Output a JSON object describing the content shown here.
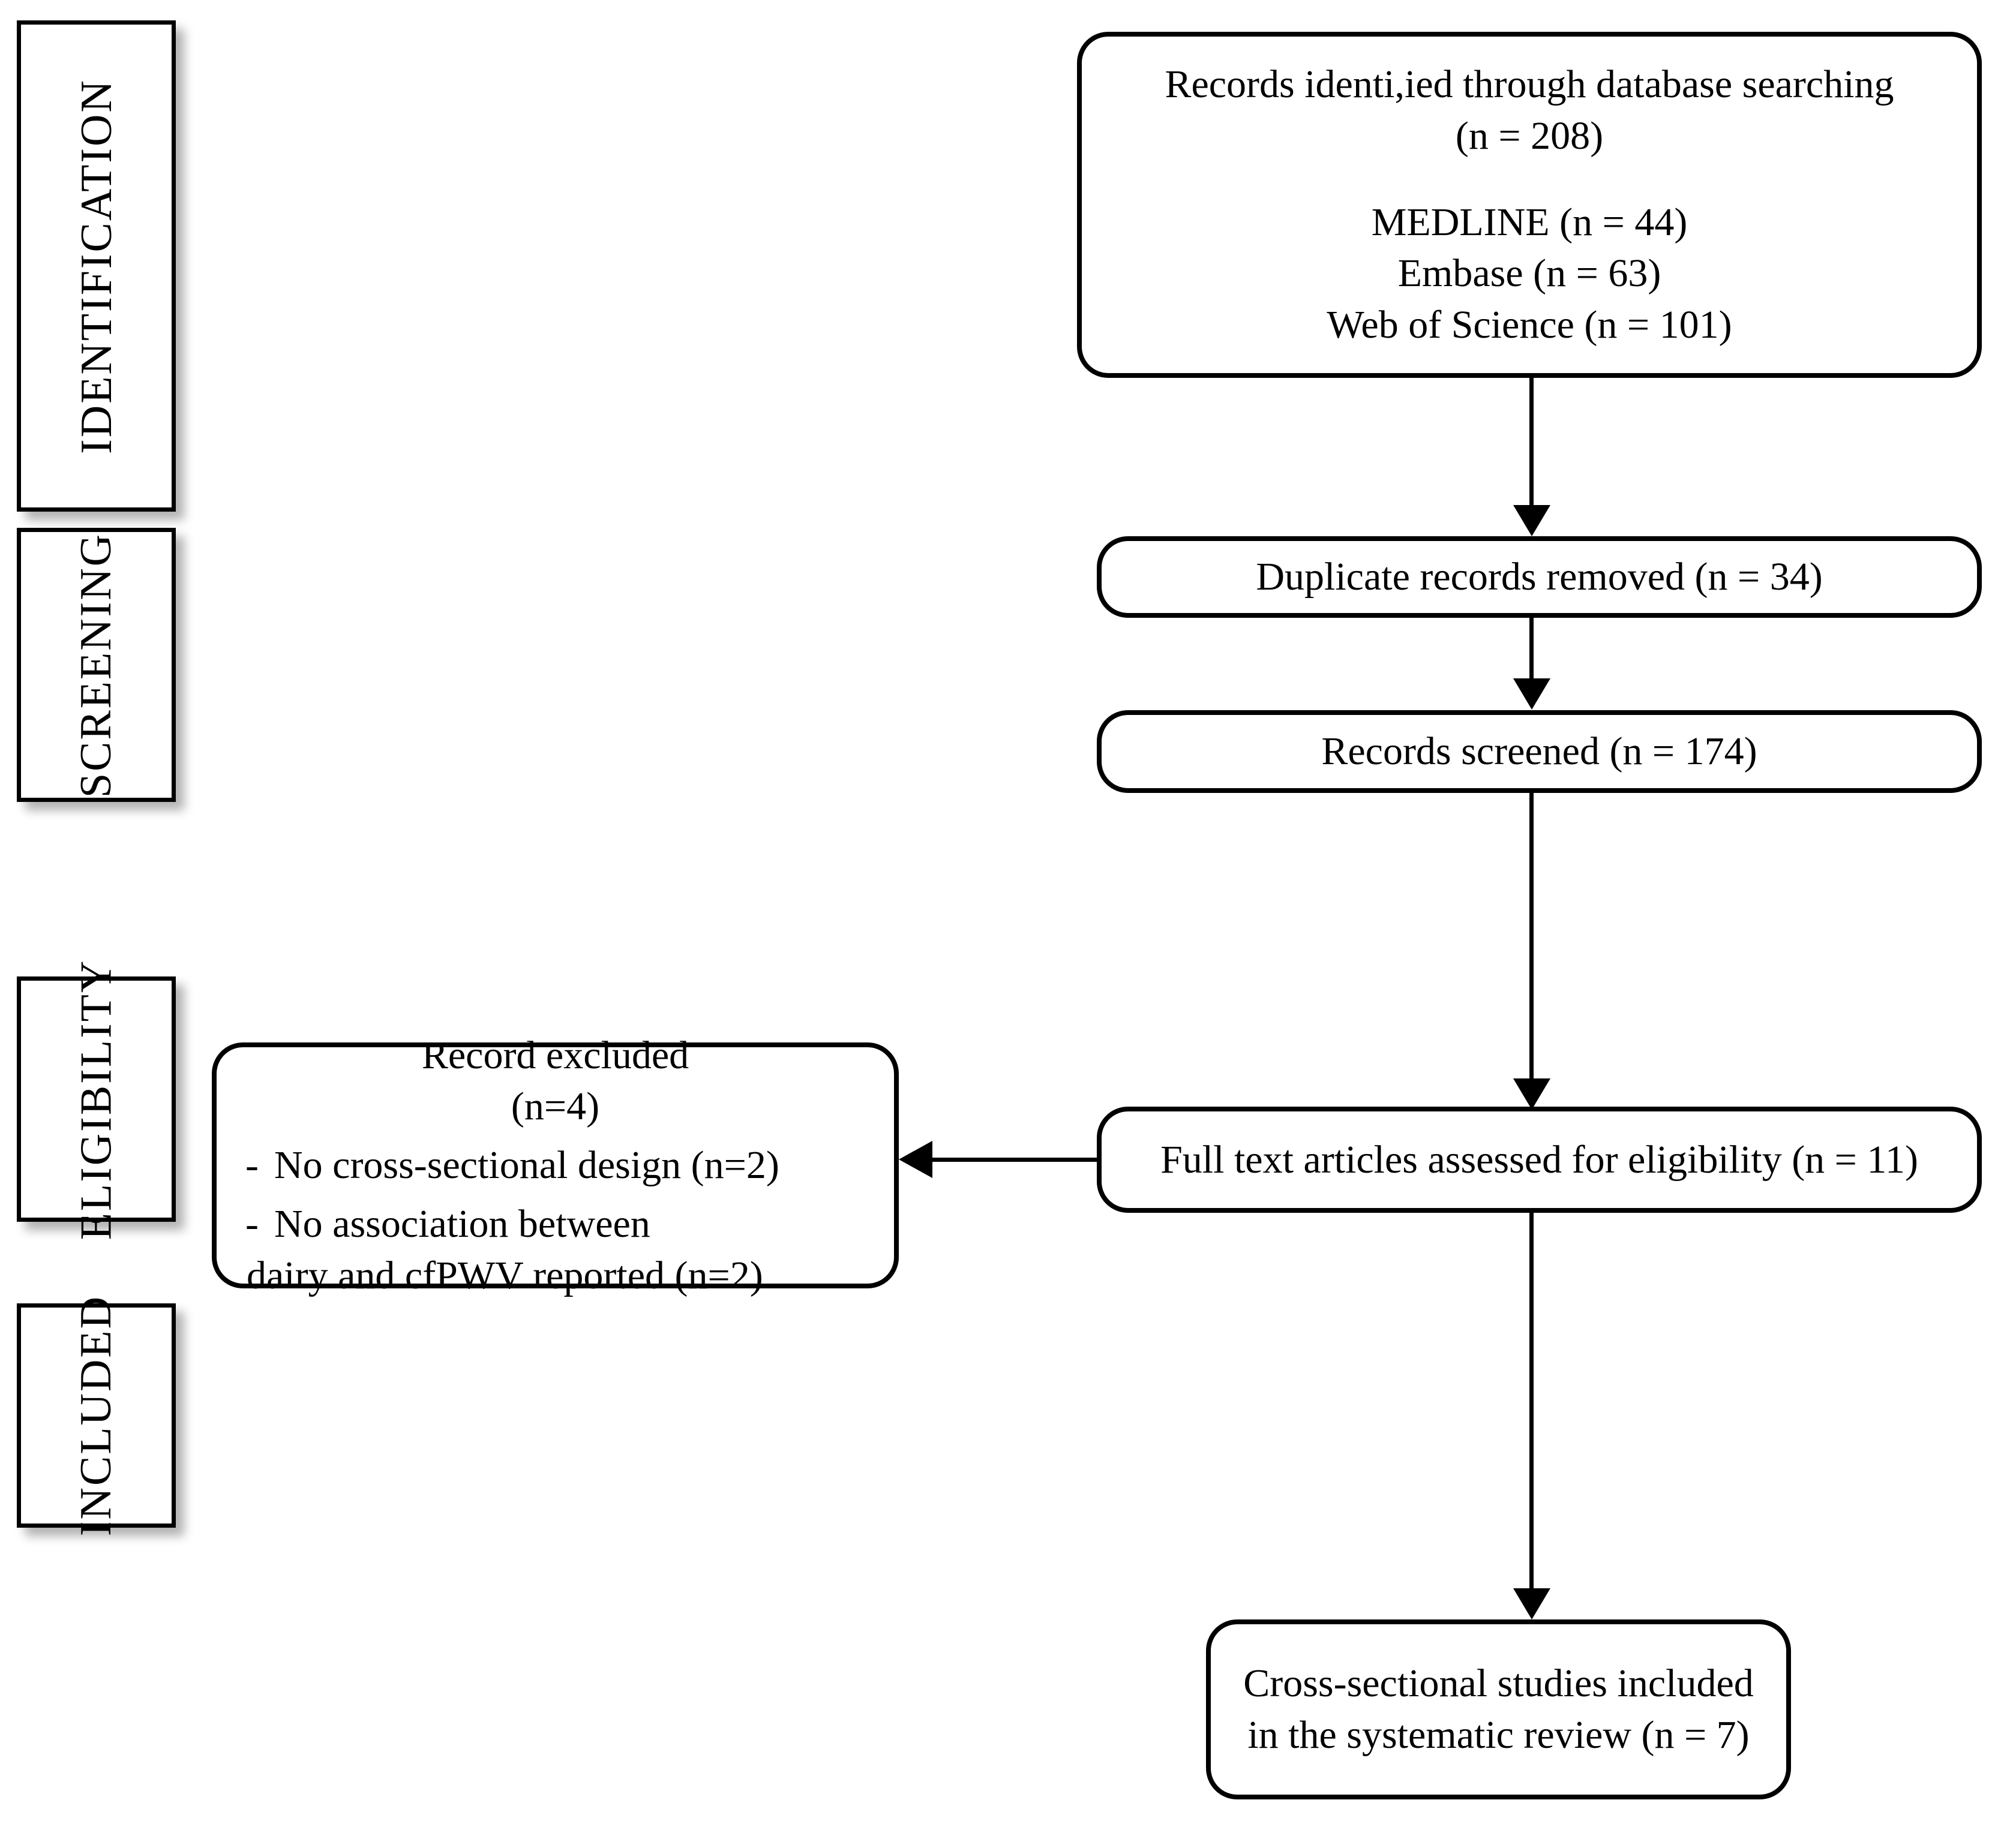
{
  "diagram": {
    "type": "prisma-flow-diagram",
    "stages": [
      {
        "id": "identification",
        "label": "IDENTIFICATION"
      },
      {
        "id": "screening",
        "label": "SCREENING"
      },
      {
        "id": "eligibility",
        "label": "ELIGIBILITY"
      },
      {
        "id": "included",
        "label": "INCLUDED"
      }
    ],
    "boxes": {
      "identified": {
        "line1": "Records identi,ied through database searching",
        "line2": "(n = 208)",
        "source1": "MEDLINE (n = 44)",
        "source2": "Embase (n = 63)",
        "source3": "Web of Science (n = 101)"
      },
      "duplicates": {
        "line1": "Duplicate records removed (n = 34)"
      },
      "screened": {
        "line1": "Records screened (n = 174)"
      },
      "fulltext": {
        "line1": "Full text articles assessed for eligibility (n = 11)"
      },
      "excluded": {
        "line1": "Record excluded",
        "line2": "(n=4)",
        "bullet_marker": "-",
        "bullet1": "No cross-sectional design (n=2)",
        "bullet2_line1": "No association between",
        "bullet2_line2": "dairy and cfPWV reported (n=2)"
      },
      "included": {
        "line1": "Cross-sectional studies included",
        "line2": "in the systematic review  (n = 7)"
      }
    },
    "colors": {
      "stroke": "#000000",
      "background": "#ffffff",
      "text": "#000000"
    }
  }
}
